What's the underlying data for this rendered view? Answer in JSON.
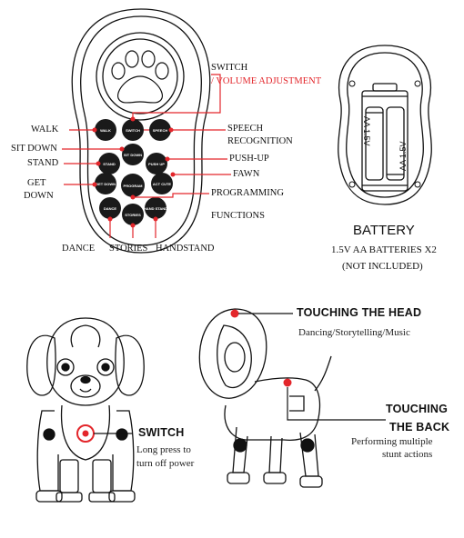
{
  "remote": {
    "buttons": {
      "walk": "WALK",
      "switch": "SWITCH",
      "speech": "SPEECH",
      "sit_down": "SIT DOWN",
      "stand": "STAND",
      "push_up": "PUSH UP",
      "get_down": "GET DOWN",
      "program": "PROGRAM",
      "act_cute": "ACT CUTE",
      "dance": "DANCE",
      "stories": "STORIES",
      "handstand": "HAND STAND"
    },
    "callouts": {
      "switch": "SWITCH",
      "volume": "/ VOLUME ADJUSTMENT",
      "speech": "SPEECH",
      "recognition": "RECOGNITION",
      "walk": "WALK",
      "sit_down": "SIT DOWN",
      "stand": "STAND",
      "push_up": "PUSH-UP",
      "fawn": "FAWN",
      "get": "GET",
      "down": "DOWN",
      "programming": "PROGRAMMING",
      "functions": "FUNCTIONS",
      "dance": "DANCE",
      "stories": "STORIES",
      "handstand": "HANDSTAND"
    }
  },
  "battery": {
    "title": "BATTERY",
    "spec": "1.5V AA BATTERIES X2",
    "note": "(NOT INCLUDED)",
    "cell_label_left": "AA 1.5V",
    "cell_label_right": "AA 1.5V"
  },
  "dog_front": {
    "switch_title": "SWITCH",
    "switch_desc_1": "Long press to",
    "switch_desc_2": "turn off power"
  },
  "dog_side": {
    "head_title": "TOUCHING THE HEAD",
    "head_desc": "Dancing/Storytelling/Music",
    "back_title_1": "TOUCHING",
    "back_title_2": "THE BACK",
    "back_desc_1": "Performing multiple",
    "back_desc_2": "stunt actions"
  },
  "colors": {
    "accent": "#e3262b",
    "line": "#111111",
    "button": "#1a1a1a"
  }
}
